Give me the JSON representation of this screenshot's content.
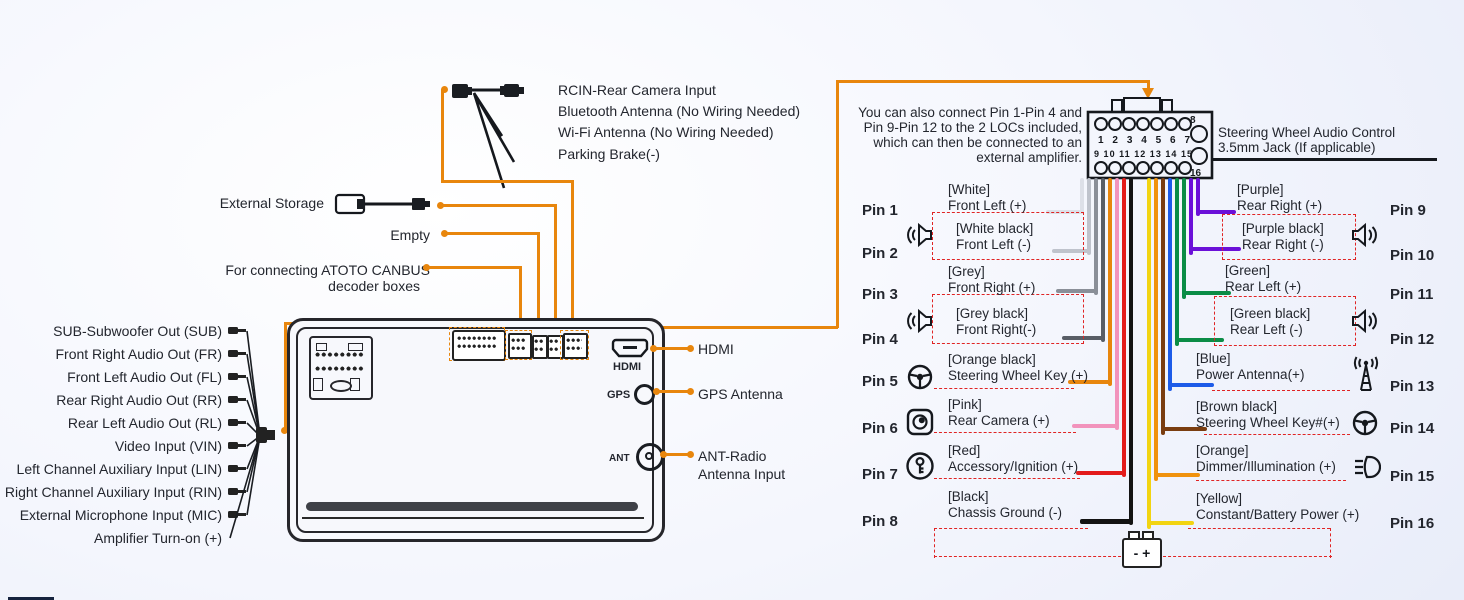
{
  "top_cables": [
    "RCIN-Rear Camera Input",
    "Bluetooth Antenna (No Wiring Needed)",
    "Wi-Fi Antenna (No Wiring Needed)",
    "Parking Brake(-)"
  ],
  "mid": {
    "external_storage": "External Storage",
    "empty": "Empty",
    "canbus1": "For connecting ATOTO CANBUS",
    "canbus2": "decoder boxes"
  },
  "outputs": [
    "SUB-Subwoofer Out (SUB)",
    "Front Right Audio Out (FR)",
    "Front Left Audio Out (FL)",
    "Rear Right Audio Out (RR)",
    "Rear Left Audio Out (RL)",
    "Video Input (VIN)",
    "Left Channel Auxiliary Input (LIN)",
    "Right Channel Auxiliary Input (RIN)",
    "External Microphone Input (MIC)",
    "Amplifier Turn-on (+)"
  ],
  "unit": {
    "hdmi": "HDMI",
    "gps": "GPS",
    "ant": "ANT"
  },
  "port_labels": {
    "hdmi": "HDMI",
    "gps": "GPS Antenna",
    "ant1": "ANT-Radio",
    "ant2": "Antenna Input"
  },
  "note": [
    "You can also connect Pin 1-Pin 4 and",
    "Pin 9-Pin 12 to the 2 LOCs included,",
    "which can then be connected to an",
    "external amplifier."
  ],
  "conn": {
    "row1_nums": "1 2 3 4 5 6 7",
    "pin8": "8",
    "row2_nums": "9 10 11 12 13 14 15",
    "pin16": "16"
  },
  "swc": [
    "Steering Wheel Audio Control",
    "3.5mm Jack (If applicable)"
  ],
  "battery": {
    "text": "- +"
  },
  "colors": {
    "accent_orange": "#E8860D",
    "dashed_red": "#E02424",
    "line_dark": "#15181d"
  },
  "pins": [
    {
      "name": "Pin 1",
      "color": "[White]",
      "func": "Front Left (+)",
      "hex": "#DDE0E8"
    },
    {
      "name": "Pin 2",
      "color": "[White black]",
      "func": "Front Left (-)",
      "hex": "#BFC3CC"
    },
    {
      "name": "Pin 3",
      "color": "[Grey]",
      "func": "Front Right (+)",
      "hex": "#8A8F98"
    },
    {
      "name": "Pin 4",
      "color": "[Grey black]",
      "func": "Front Right(-)",
      "hex": "#585D66"
    },
    {
      "name": "Pin 5",
      "color": "[Orange black]",
      "func": "Steering Wheel Key (+)",
      "hex": "#E8860D"
    },
    {
      "name": "Pin 6",
      "color": "[Pink]",
      "func": "Rear Camera (+)",
      "hex": "#F293BC"
    },
    {
      "name": "Pin 7",
      "color": "[Red]",
      "func": "Accessory/Ignition (+)",
      "hex": "#E31B1B"
    },
    {
      "name": "Pin 8",
      "color": "[Black]",
      "func": "Chassis Ground (-)",
      "hex": "#131313"
    },
    {
      "name": "Pin 9",
      "color": "[Purple]",
      "func": "Rear Right (+)",
      "hex": "#6B10D8"
    },
    {
      "name": "Pin 10",
      "color": "[Purple black]",
      "func": "Rear Right (-)",
      "hex": "#6B10D8"
    },
    {
      "name": "Pin 11",
      "color": "[Green]",
      "func": "Rear Left (+)",
      "hex": "#0B8C46"
    },
    {
      "name": "Pin 12",
      "color": "[Green black]",
      "func": "Rear Left (-)",
      "hex": "#0B8C46"
    },
    {
      "name": "Pin 13",
      "color": "[Blue]",
      "func": "Power Antenna(+)",
      "hex": "#1D5BE8"
    },
    {
      "name": "Pin 14",
      "color": "[Brown black]",
      "func": "Steering Wheel Key#(+)",
      "hex": "#7A3D10"
    },
    {
      "name": "Pin 15",
      "color": "[Orange]",
      "func": "Dimmer/Illumination (+)",
      "hex": "#F0920E"
    },
    {
      "name": "Pin 16",
      "color": "[Yellow]",
      "func": "Constant/Battery Power (+)",
      "hex": "#F2D411"
    }
  ]
}
